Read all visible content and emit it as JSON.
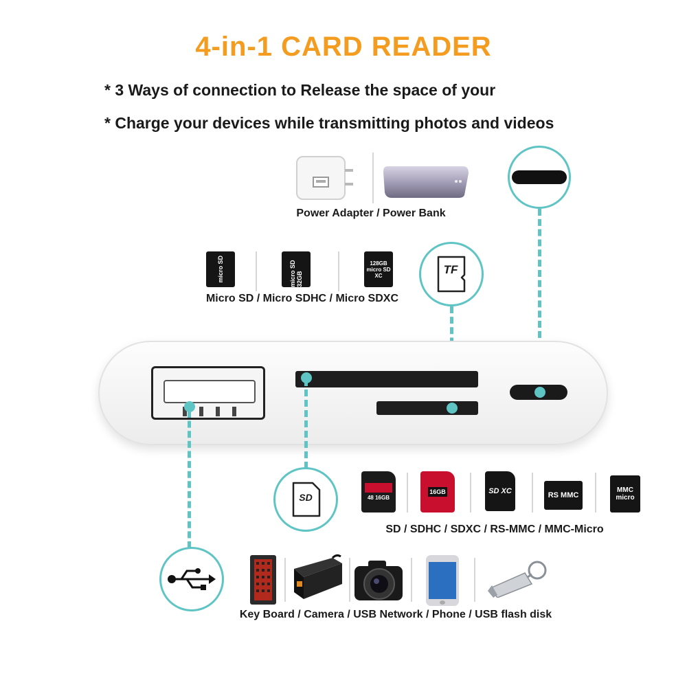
{
  "title": "4-in-1 CARD READER",
  "bullets": [
    "* 3 Ways of connection to Release the space of your",
    "* Charge your devices while transmitting photos and videos"
  ],
  "captions": {
    "power": "Power Adapter / Power Bank",
    "tf_cards": "Micro SD / Micro SDHC / Micro SDXC",
    "sd_cards": "SD / SDHC / SDXC / RS-MMC / MMC-Micro",
    "usb_devices": "Key Board / Camera / USB Network / Phone /  USB flash disk"
  },
  "labels": {
    "tf": "TF",
    "sd": "SD",
    "card1": "micro SD",
    "card2": "micro SD 32GB",
    "card3": "128GB micro SD XC",
    "sd1": "48 16GB",
    "sd2": "16GB",
    "sd3": "SD XC",
    "sd4": "RS MMC",
    "sd5": "MMC micro"
  },
  "icons": {
    "usb": "usb-symbol-icon",
    "lightning": "lightning-connector-icon"
  },
  "colors": {
    "title": "#f39c1f",
    "accent": "#5fc4c4",
    "text": "#1a1a1a"
  }
}
